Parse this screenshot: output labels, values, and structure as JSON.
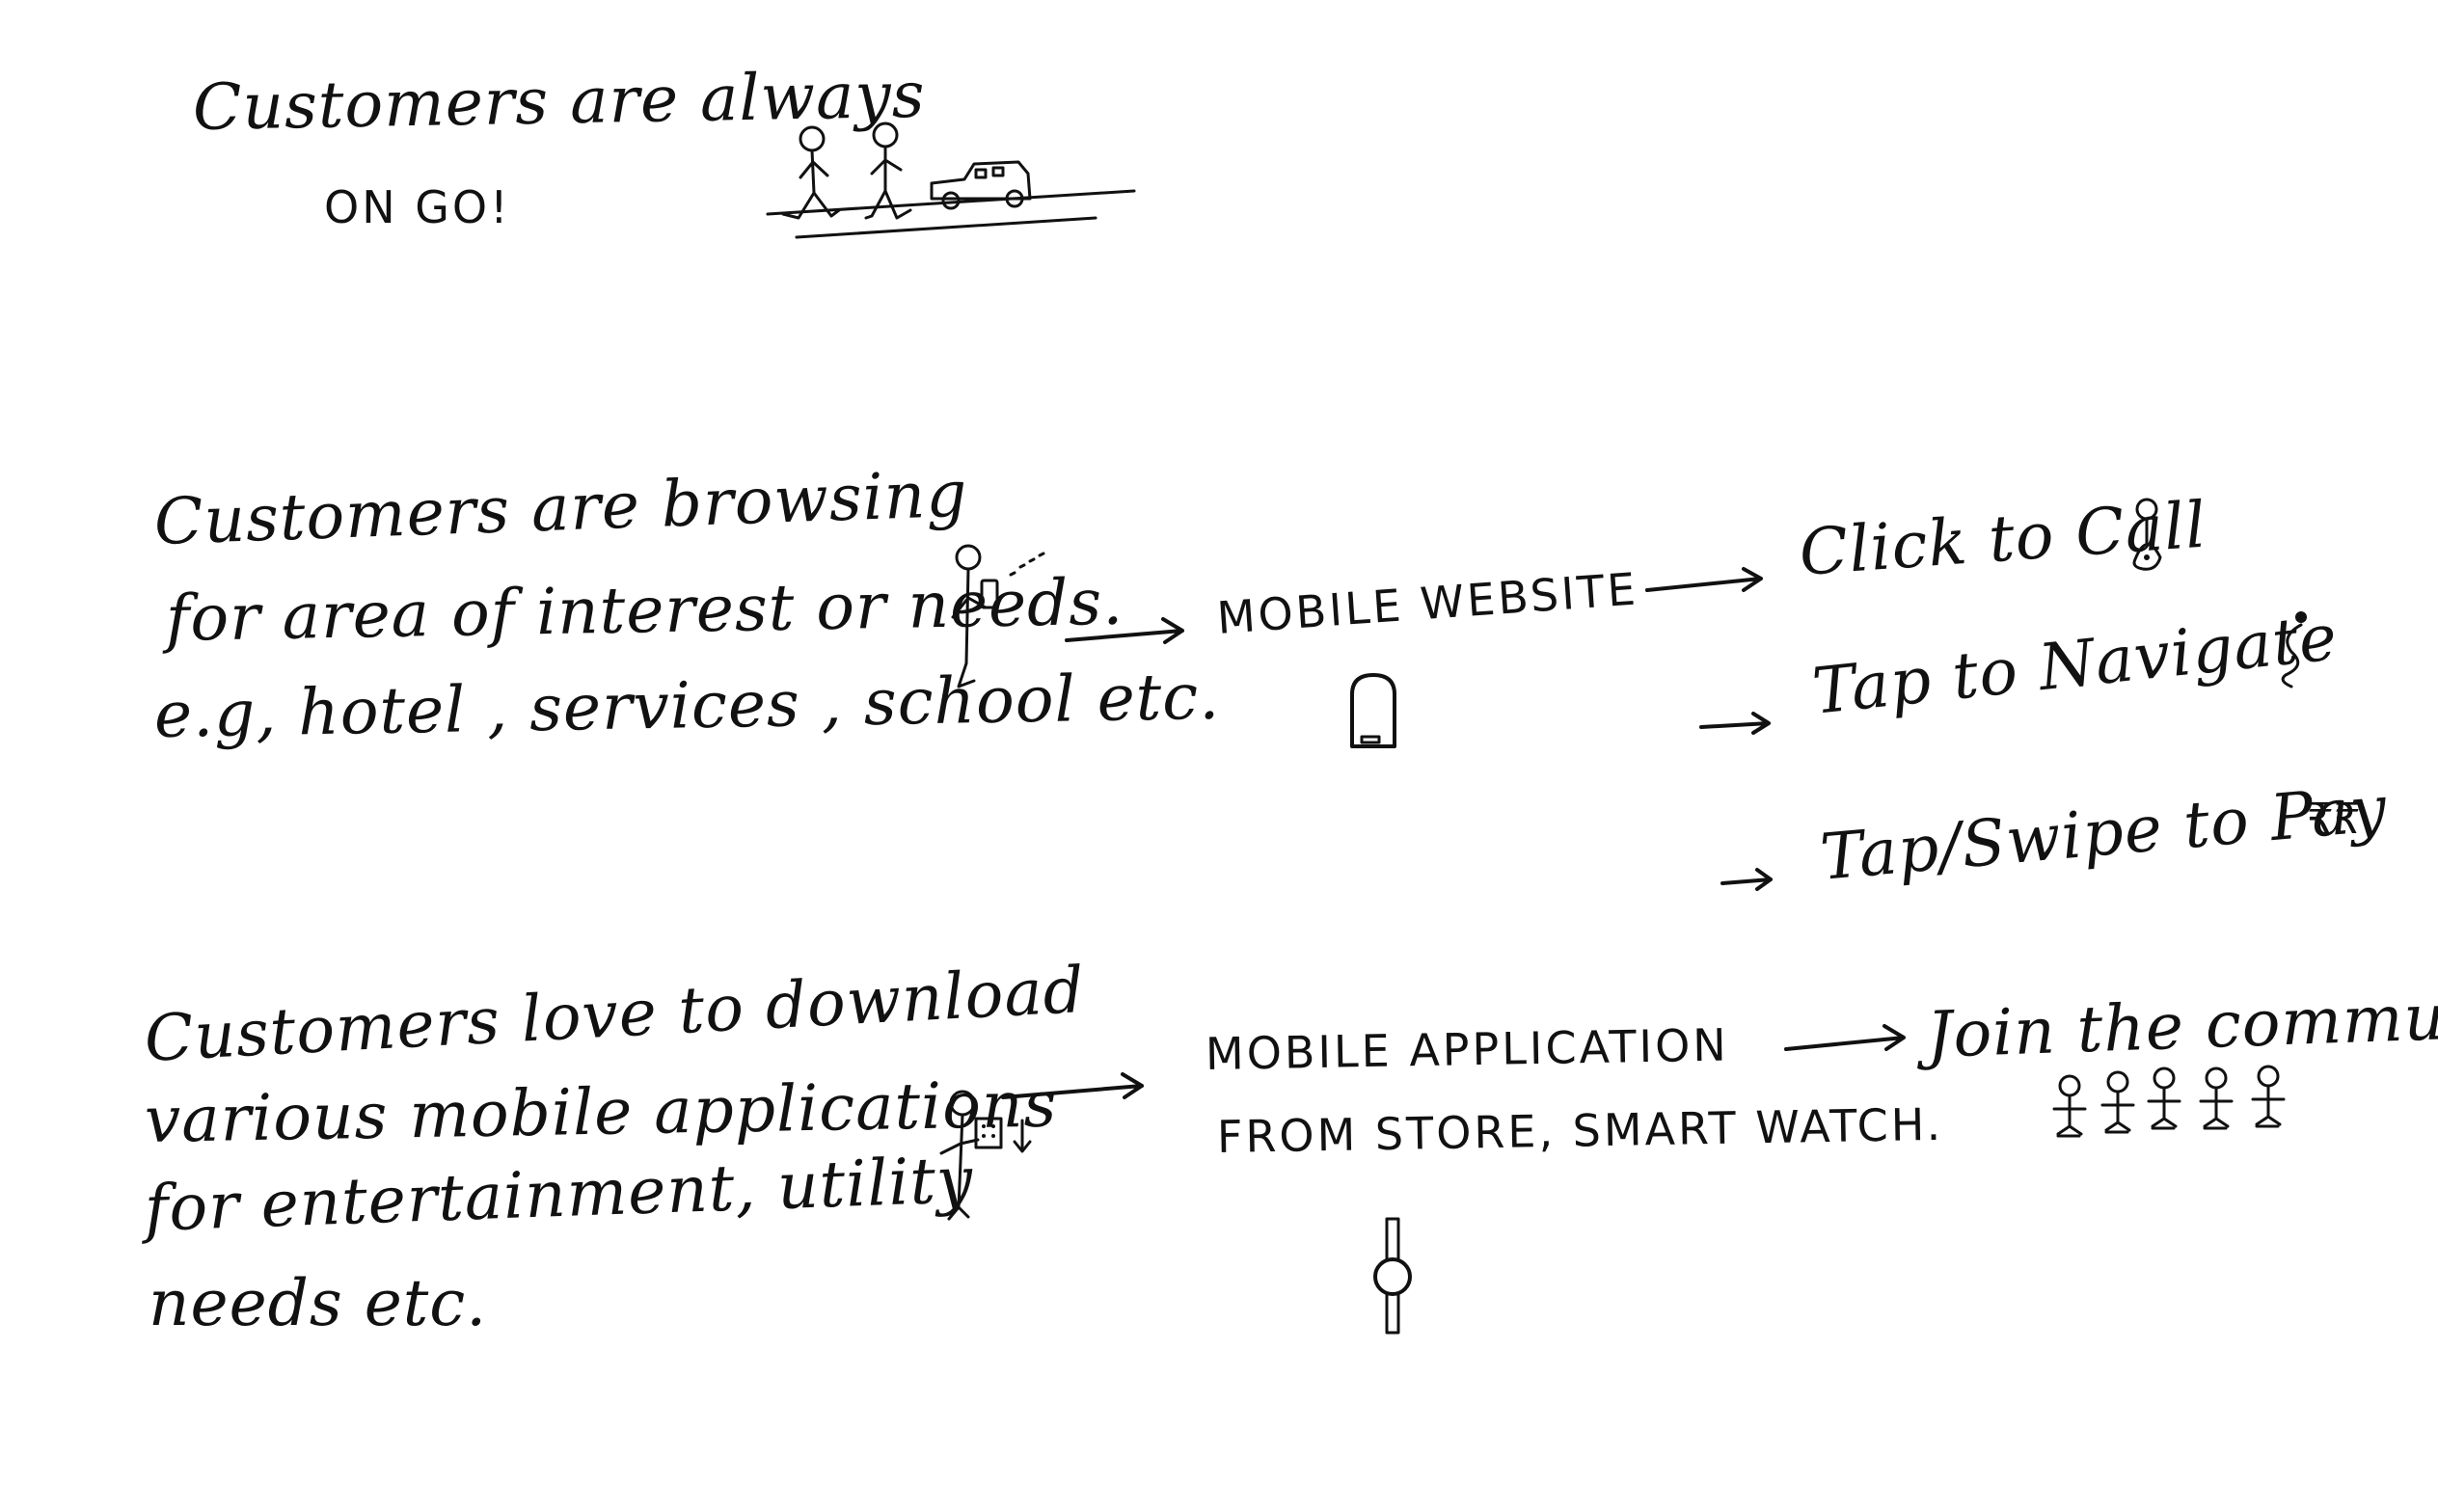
{
  "section_1": {
    "line_1": "Customers are always",
    "line_2": "ON GO!"
  },
  "section_2": {
    "line_1": "Customers are browsing",
    "line_2": "for area of interest or needs.",
    "line_3": "e.g, hotel , services , school etc.",
    "hub_label": "MOBILE WEBSITE",
    "outcomes": [
      {
        "label": "Click to Call",
        "icon": "map-pin-icon"
      },
      {
        "label": "Tap to Navigate",
        "icon": "route-icon"
      },
      {
        "label": "Tap/Swipe to Pay",
        "icon": "rupee-icon",
        "symbol": "₹₹"
      }
    ]
  },
  "section_3": {
    "line_1": "Customers love to download",
    "line_2": "various mobile applications",
    "line_3": "for entertainment, utility",
    "line_4": "needs etc.",
    "hub_line_1": "MOBILE APPLICATION",
    "hub_line_2": "FROM STORE, SMART WATCH.",
    "outcome": "Join the community"
  }
}
